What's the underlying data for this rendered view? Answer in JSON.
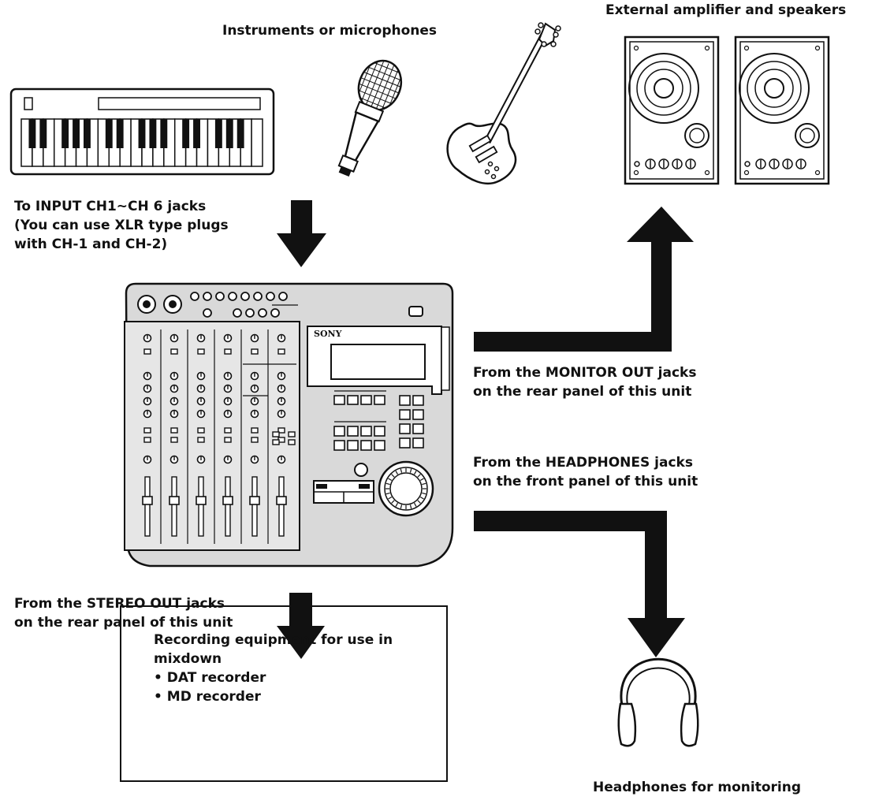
{
  "labels": {
    "instruments": "Instruments or microphones",
    "speakers": "External amplifier and speakers",
    "input": [
      "To INPUT CH1~CH 6 jacks",
      "(You can use XLR type plugs",
      "with CH-1 and CH-2)"
    ],
    "monitor_out": [
      "From the MONITOR OUT jacks",
      "on the rear panel of this unit"
    ],
    "headphones_out": [
      "From the HEADPHONES jacks",
      "on the front panel of this unit"
    ],
    "stereo_out": [
      "From the STEREO OUT jacks",
      "on the rear panel of this unit"
    ],
    "headphones": "Headphones for monitoring"
  },
  "recording": {
    "lines": [
      "Recording equipment for use in",
      "mixdown",
      "• DAT recorder",
      "• MD recorder"
    ]
  },
  "device": {
    "brand": "SONY"
  },
  "colors": {
    "ink": "#111111",
    "panel": "#d9d9d9",
    "panel_dark": "#bdbdbd",
    "white": "#ffffff"
  }
}
